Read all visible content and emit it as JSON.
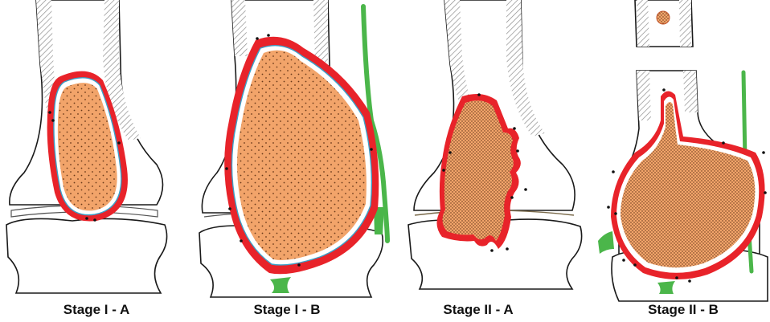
{
  "panels": [
    {
      "label": "Stage I - A"
    },
    {
      "label": "Stage I - B"
    },
    {
      "label": "Stage II - A"
    },
    {
      "label": "Stage II - B"
    }
  ],
  "colors": {
    "tumor_fill": "#f2a46a",
    "reactive_zone": "#e8232a",
    "pseudocapsule_line": "#3aa0c8",
    "neurovascular": "#4bb64a",
    "cortex_hatch": "#9a9a9a",
    "outline": "#1a1a1a"
  }
}
